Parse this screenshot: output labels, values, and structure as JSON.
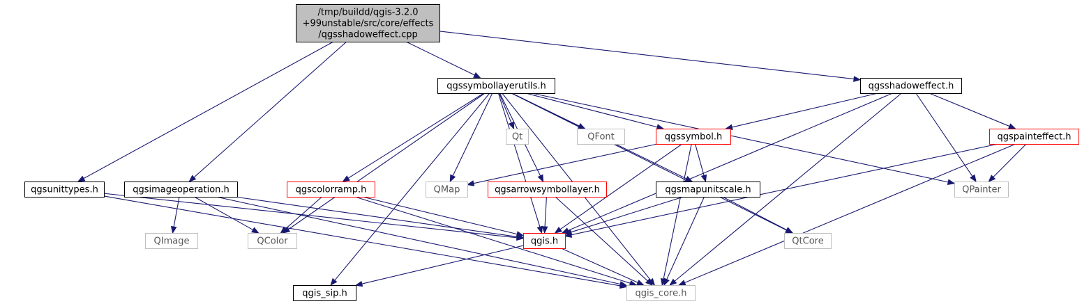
{
  "colors": {
    "root_fill": "#bfbfbf",
    "node_fill": "#ffffff",
    "border_documented": "#000000",
    "border_has_more": "#ff0000",
    "border_external": "#bfbfbf",
    "edge": "#191970"
  },
  "nodes": {
    "root": {
      "lines": [
        "/tmp/buildd/qgis-3.2.0",
        "+99unstable/src/core/effects",
        "/qgsshadoweffect.cpp"
      ],
      "kind": "root"
    },
    "symbollayerutils": {
      "lines": [
        "qgssymbollayerutils.h"
      ],
      "kind": "documented"
    },
    "shadoweffect": {
      "lines": [
        "qgsshadoweffect.h"
      ],
      "kind": "documented"
    },
    "unittypes": {
      "lines": [
        "qgsunittypes.h"
      ],
      "kind": "documented"
    },
    "imageoperation": {
      "lines": [
        "qgsimageoperation.h"
      ],
      "kind": "documented"
    },
    "qt": {
      "lines": [
        "Qt"
      ],
      "kind": "external"
    },
    "qfont": {
      "lines": [
        "QFont"
      ],
      "kind": "external"
    },
    "symbol": {
      "lines": [
        "qgssymbol.h"
      ],
      "kind": "has_more"
    },
    "painteffect": {
      "lines": [
        "qgspainteffect.h"
      ],
      "kind": "has_more"
    },
    "colorramp": {
      "lines": [
        "qgscolorramp.h"
      ],
      "kind": "has_more"
    },
    "qmap": {
      "lines": [
        "QMap"
      ],
      "kind": "external"
    },
    "arrowsymbollayer": {
      "lines": [
        "qgsarrowsymbollayer.h"
      ],
      "kind": "has_more"
    },
    "mapunitscale": {
      "lines": [
        "qgsmapunitscale.h"
      ],
      "kind": "documented"
    },
    "qpainter": {
      "lines": [
        "QPainter"
      ],
      "kind": "external"
    },
    "qimage": {
      "lines": [
        "QImage"
      ],
      "kind": "external"
    },
    "qcolor": {
      "lines": [
        "QColor"
      ],
      "kind": "external"
    },
    "qgis": {
      "lines": [
        "qgis.h"
      ],
      "kind": "has_more"
    },
    "qtcore": {
      "lines": [
        "QtCore"
      ],
      "kind": "external"
    },
    "qgis_sip": {
      "lines": [
        "qgis_sip.h"
      ],
      "kind": "documented"
    },
    "qgis_core": {
      "lines": [
        "qgis_core.h"
      ],
      "kind": "external"
    }
  },
  "edges": [
    [
      "root",
      "symbollayerutils"
    ],
    [
      "root",
      "shadoweffect"
    ],
    [
      "root",
      "unittypes"
    ],
    [
      "root",
      "imageoperation"
    ],
    [
      "symbollayerutils",
      "qgis_sip"
    ],
    [
      "symbollayerutils",
      "qcolor"
    ],
    [
      "symbollayerutils",
      "colorramp"
    ],
    [
      "symbollayerutils",
      "qgis"
    ],
    [
      "symbollayerutils",
      "qmap"
    ],
    [
      "symbollayerutils",
      "arrowsymbollayer"
    ],
    [
      "symbollayerutils",
      "mapunitscale"
    ],
    [
      "symbollayerutils",
      "qt"
    ],
    [
      "symbollayerutils",
      "qfont"
    ],
    [
      "symbollayerutils",
      "symbol"
    ],
    [
      "symbollayerutils",
      "qtcore"
    ],
    [
      "symbollayerutils",
      "qgis_core"
    ],
    [
      "symbollayerutils",
      "qpainter"
    ],
    [
      "shadoweffect",
      "symbol"
    ],
    [
      "shadoweffect",
      "qgis"
    ],
    [
      "shadoweffect",
      "qgis_core"
    ],
    [
      "shadoweffect",
      "qpainter"
    ],
    [
      "shadoweffect",
      "painteffect"
    ],
    [
      "painteffect",
      "qpainter"
    ],
    [
      "painteffect",
      "qgis"
    ],
    [
      "painteffect",
      "qgis_core"
    ],
    [
      "symbol",
      "qmap"
    ],
    [
      "symbol",
      "mapunitscale"
    ],
    [
      "symbol",
      "qgis"
    ],
    [
      "symbol",
      "qgis_core"
    ],
    [
      "unittypes",
      "qgis"
    ],
    [
      "unittypes",
      "qgis_core"
    ],
    [
      "imageoperation",
      "qimage"
    ],
    [
      "imageoperation",
      "qcolor"
    ],
    [
      "imageoperation",
      "qgis"
    ],
    [
      "imageoperation",
      "qgis_core"
    ],
    [
      "colorramp",
      "qcolor"
    ],
    [
      "colorramp",
      "qgis"
    ],
    [
      "colorramp",
      "qgis_core"
    ],
    [
      "arrowsymbollayer",
      "qgis"
    ],
    [
      "arrowsymbollayer",
      "qgis_core"
    ],
    [
      "mapunitscale",
      "qgis"
    ],
    [
      "mapunitscale",
      "qtcore"
    ],
    [
      "mapunitscale",
      "qgis_core"
    ],
    [
      "qgis",
      "qgis_sip"
    ],
    [
      "qgis",
      "qgis_core"
    ]
  ]
}
